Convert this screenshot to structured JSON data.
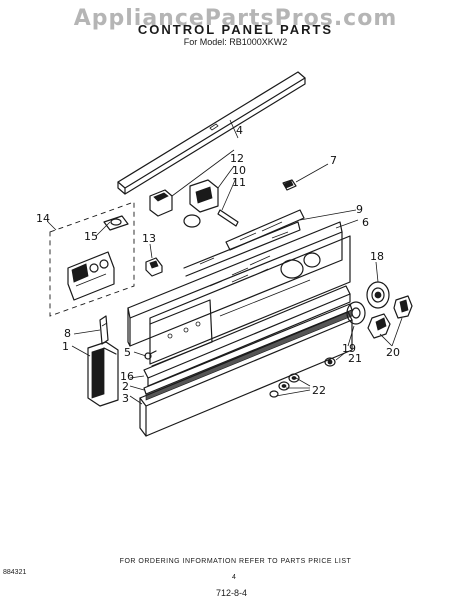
{
  "watermark": "AppliancePartsPros.com",
  "title": "CONTROL PANEL PARTS",
  "subtitle": "For Model: RB1000XKW2",
  "callouts": {
    "c1": "1",
    "c2": "2",
    "c3": "3",
    "c4": "4",
    "c5": "5",
    "c6": "6",
    "c7": "7",
    "c8": "8",
    "c9": "9",
    "c10": "10",
    "c11": "11",
    "c12": "12",
    "c13": "13",
    "c14": "14",
    "c15": "15",
    "c16": "16",
    "c18": "18",
    "c19": "19",
    "c20": "20",
    "c21": "21",
    "c22": "22"
  },
  "footer": {
    "note": "FOR ORDERING INFORMATION REFER TO PARTS PRICE LIST",
    "code": "884321",
    "page": "4",
    "date": "712-8-4"
  }
}
